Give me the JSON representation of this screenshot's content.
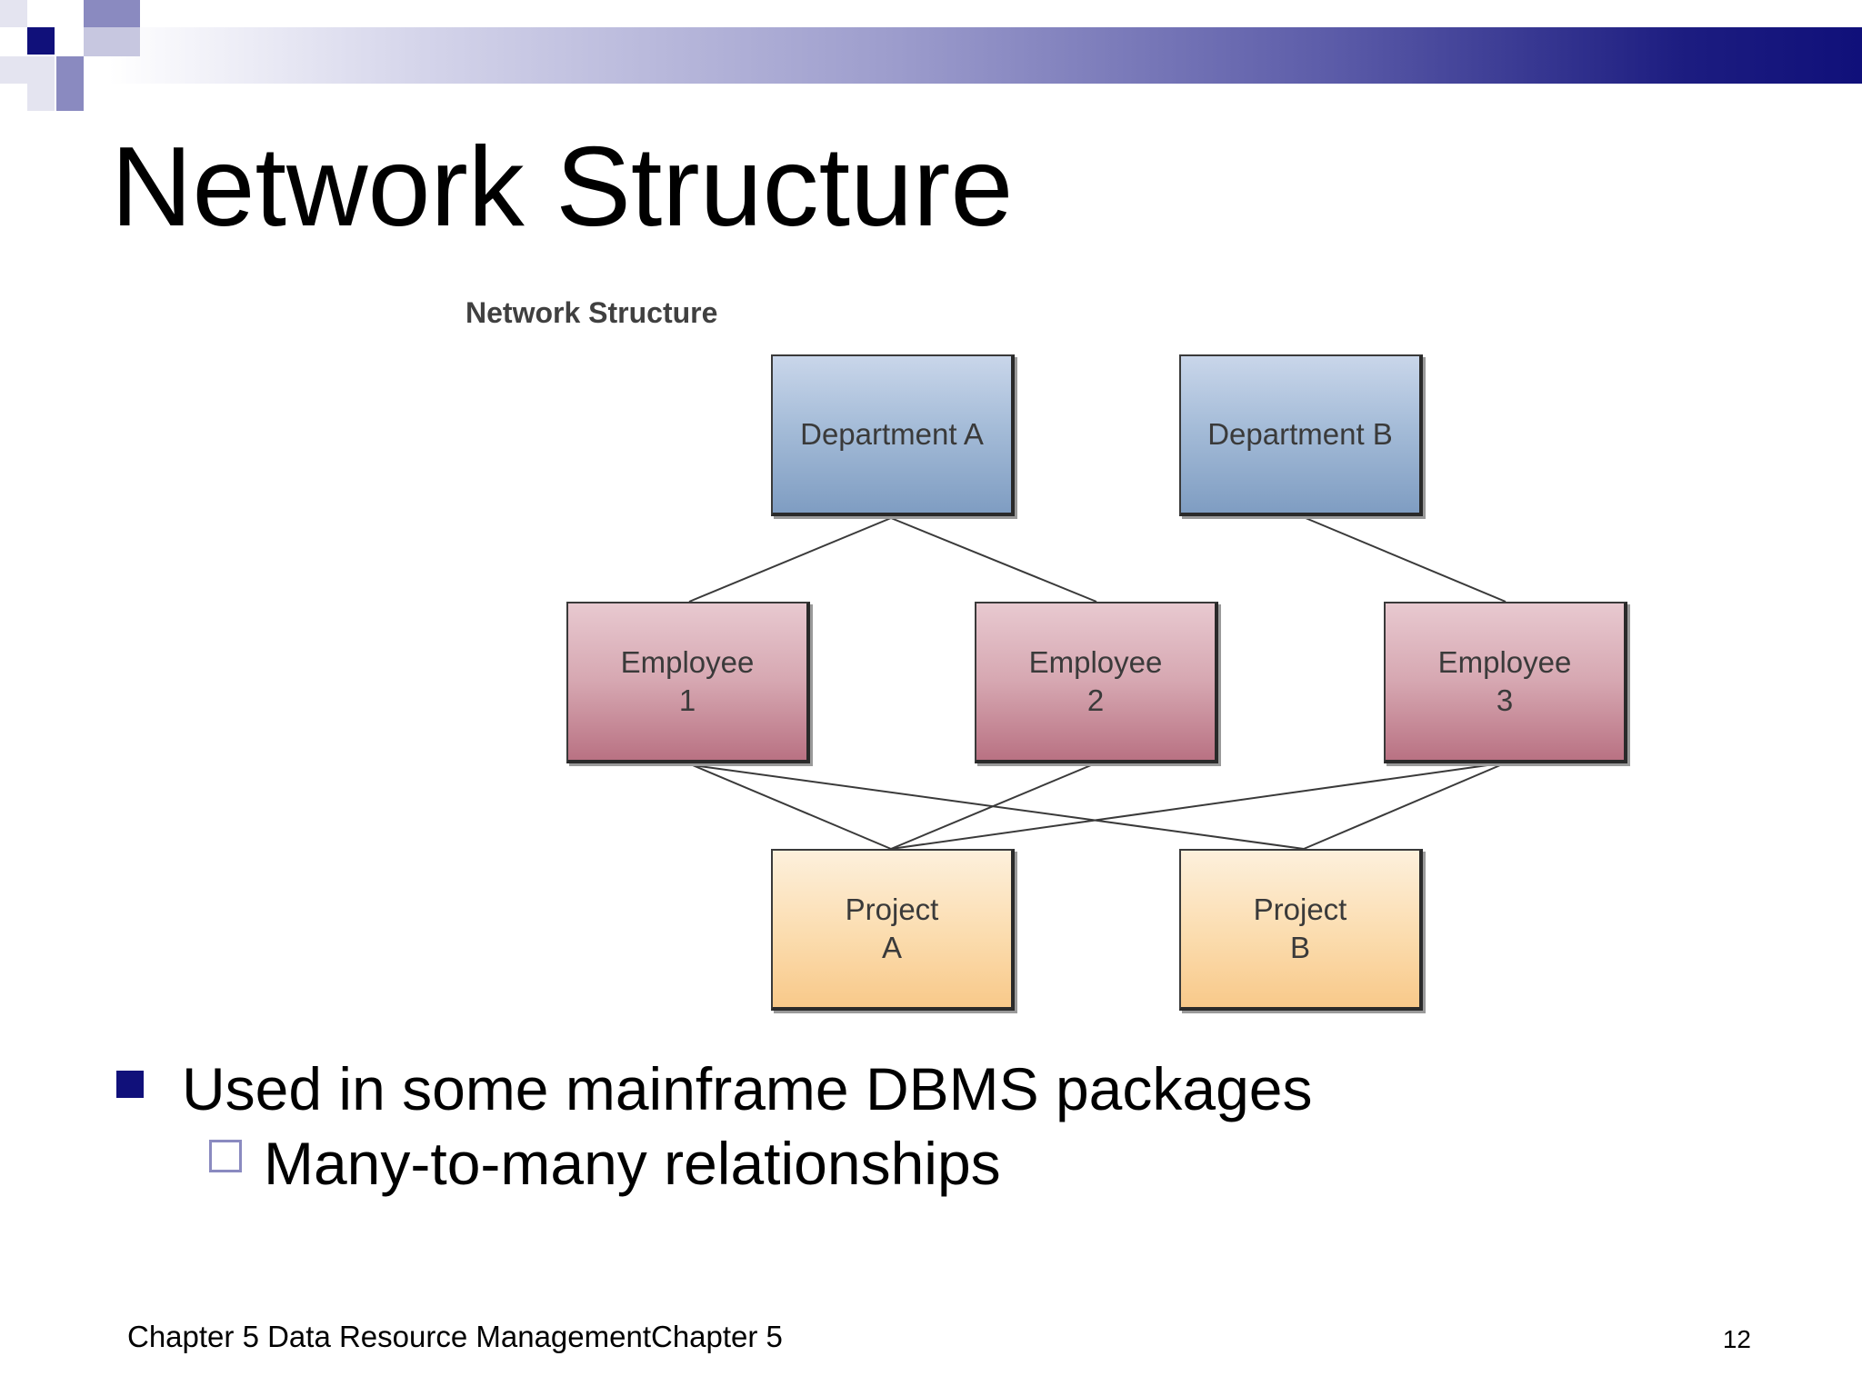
{
  "slide": {
    "title": "Network Structure",
    "figure_caption": "Network Structure",
    "bullets": [
      {
        "text": "Used in some mainframe DBMS packages"
      },
      {
        "text": "Many-to-many relationships"
      }
    ],
    "footer": "Chapter 5 Data Resource ManagementChapter 5",
    "page_number": "12"
  },
  "diagram": {
    "nodes": {
      "dept_a": {
        "label": "Department A",
        "type": "department"
      },
      "dept_b": {
        "label": "Department B",
        "type": "department"
      },
      "emp_1": {
        "label": "Employee\n1",
        "type": "employee"
      },
      "emp_2": {
        "label": "Employee\n2",
        "type": "employee"
      },
      "emp_3": {
        "label": "Employee\n3",
        "type": "employee"
      },
      "proj_a": {
        "label": "Project\nA",
        "type": "project"
      },
      "proj_b": {
        "label": "Project\nB",
        "type": "project"
      }
    },
    "edges": [
      {
        "from": "dept_a",
        "to": "emp_1"
      },
      {
        "from": "dept_a",
        "to": "emp_2"
      },
      {
        "from": "dept_b",
        "to": "emp_3"
      },
      {
        "from": "emp_1",
        "to": "proj_a"
      },
      {
        "from": "emp_1",
        "to": "proj_b"
      },
      {
        "from": "emp_2",
        "to": "proj_a"
      },
      {
        "from": "emp_3",
        "to": "proj_a"
      },
      {
        "from": "emp_3",
        "to": "proj_b"
      }
    ]
  },
  "colors": {
    "accent_dark": "#10107a",
    "accent_mid": "#8a8ac0",
    "department_fill": "#a5bcd8",
    "employee_fill": "#d6a7b1",
    "project_fill": "#fbdcae"
  }
}
